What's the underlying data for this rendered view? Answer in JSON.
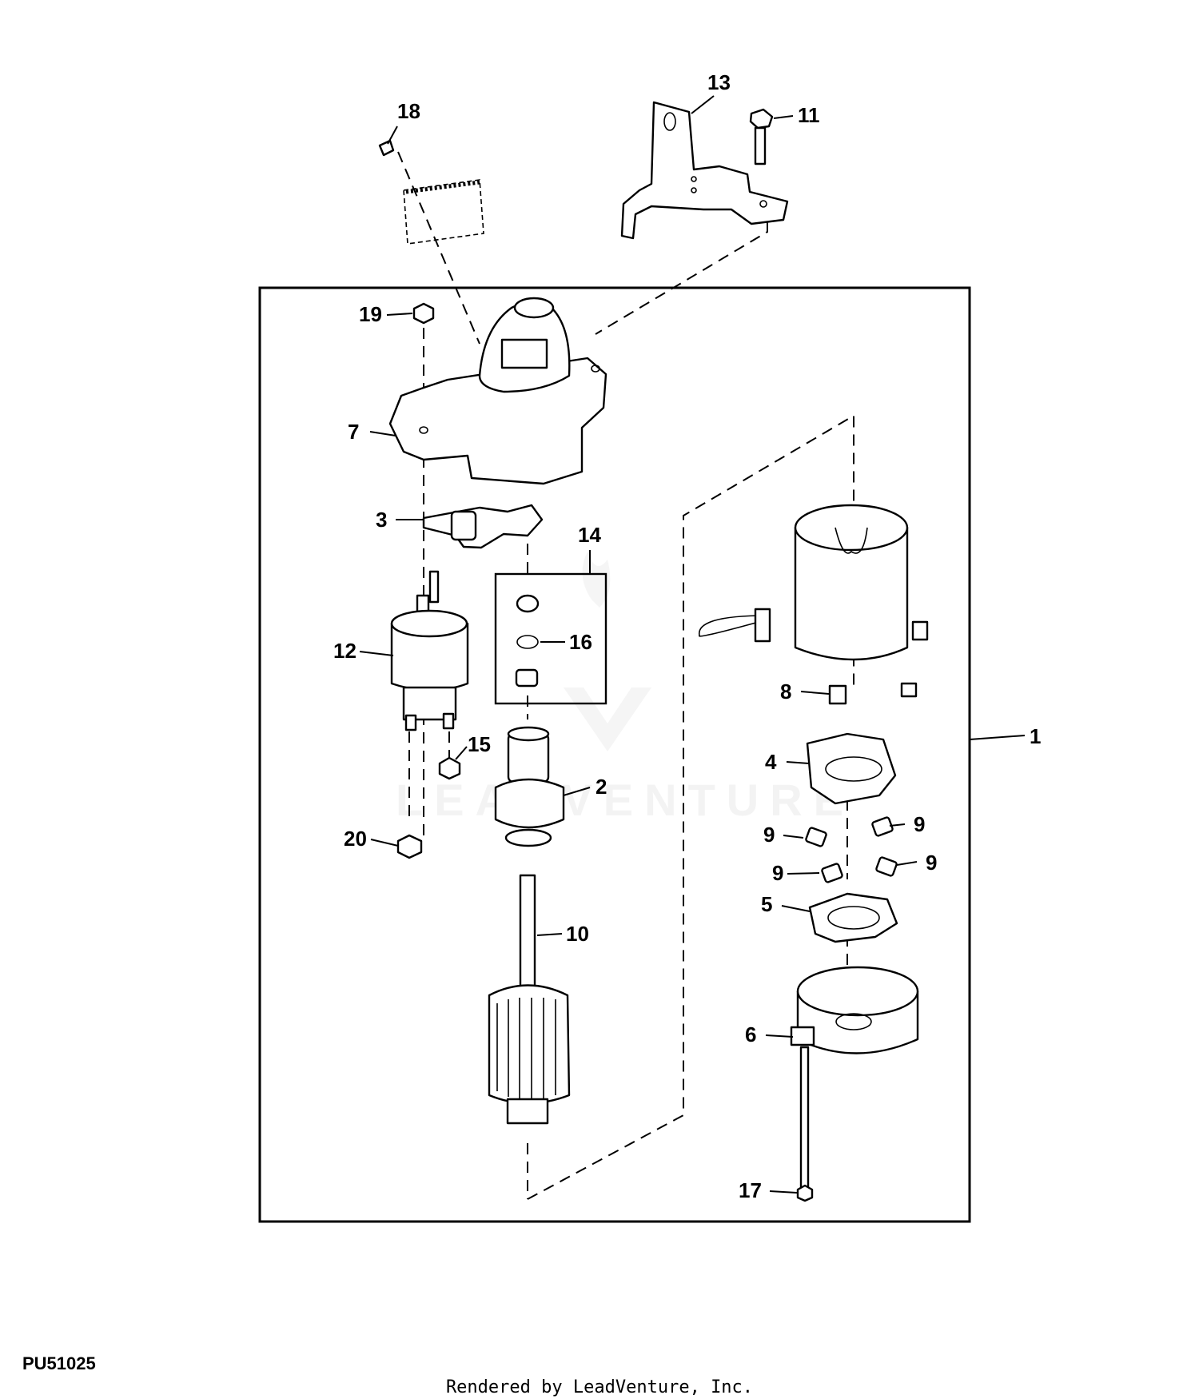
{
  "figure_id": "PU51025",
  "credit": "Rendered by LeadVenture, Inc.",
  "watermark": "LEADVENTURE",
  "callouts": [
    "1",
    "2",
    "3",
    "4",
    "5",
    "6",
    "7",
    "8",
    "9",
    "9",
    "9",
    "9",
    "10",
    "11",
    "12",
    "13",
    "14",
    "15",
    "16",
    "17",
    "18",
    "19",
    "20"
  ]
}
